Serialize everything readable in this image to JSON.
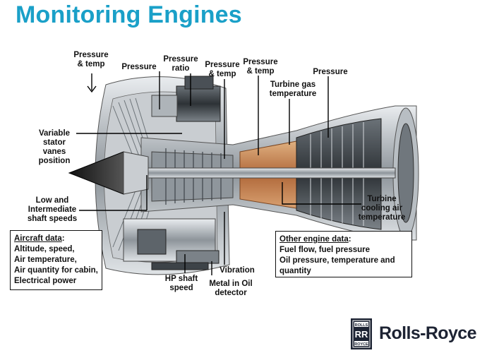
{
  "title": "Monitoring Engines",
  "labels": {
    "pressure_temp_left": "Pressure\n& temp",
    "pressure_1": "Pressure",
    "pressure_ratio": "Pressure\nratio",
    "pressure_temp_mid": "Pressure\n& temp",
    "pressure_temp_right": "Pressure\n& temp",
    "pressure_right": "Pressure",
    "turbine_gas_temp": "Turbine gas\ntemperature",
    "variable_stator": "Variable\nstator\nvanes\nposition",
    "shaft_speeds": "Low and\nIntermediate\nshaft speeds",
    "turbine_cooling": "Turbine\ncooling air\ntemperature",
    "vibration": "Vibration",
    "hp_shaft": "HP shaft\nspeed",
    "metal_oil": "Metal in Oil\ndetector"
  },
  "aircraft_box": {
    "heading": "Aircraft data",
    "heading_suffix": ":",
    "lines": [
      "Altitude, speed,",
      "Air temperature,",
      "Air quantity for cabin,",
      "Electrical power"
    ]
  },
  "engine_box": {
    "heading": "Other engine data",
    "heading_suffix": ":",
    "lines": [
      "Fuel flow, fuel pressure",
      "Oil pressure, temperature and",
      "quantity"
    ]
  },
  "brand": {
    "name": "Rolls-Royce",
    "logo_top": "ROLLS",
    "logo_mid": "RR",
    "logo_bottom": "ROYCE",
    "color": "#1d2333"
  },
  "colors": {
    "title": "#1aa0c8",
    "copper": "#c07a48",
    "metal": "#9aa0a6"
  }
}
